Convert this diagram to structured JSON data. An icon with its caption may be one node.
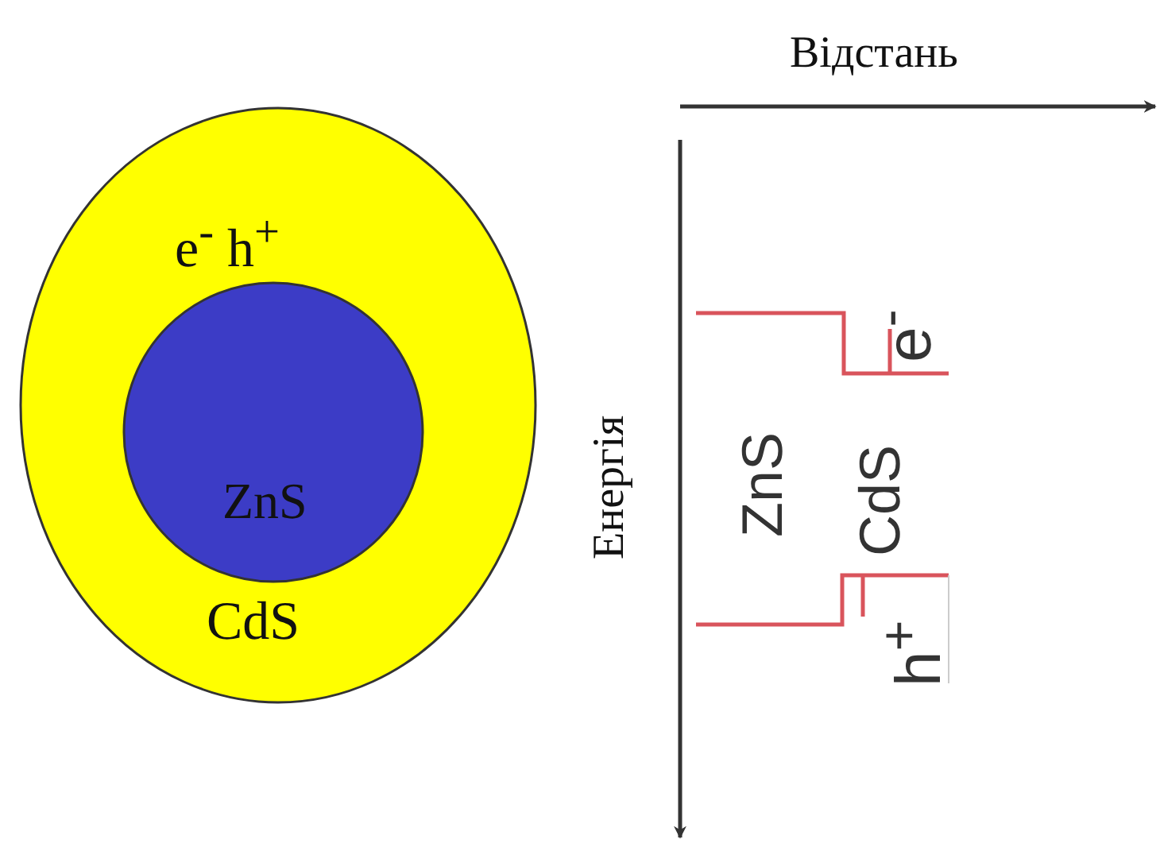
{
  "diagram": {
    "nodes": [
      {
        "text": [
          "e$^{-}$ h$^{+}$",
          "CdS"
        ]
      },
      {
        "text": [
          "ZnS"
        ],
        "in": 0
      }
    ],
    "labels": [
      "Відстань",
      "Енергія",
      "ZnS",
      "CdS",
      "e$^{-}$",
      "h$^{+}$"
    ]
  }
}
